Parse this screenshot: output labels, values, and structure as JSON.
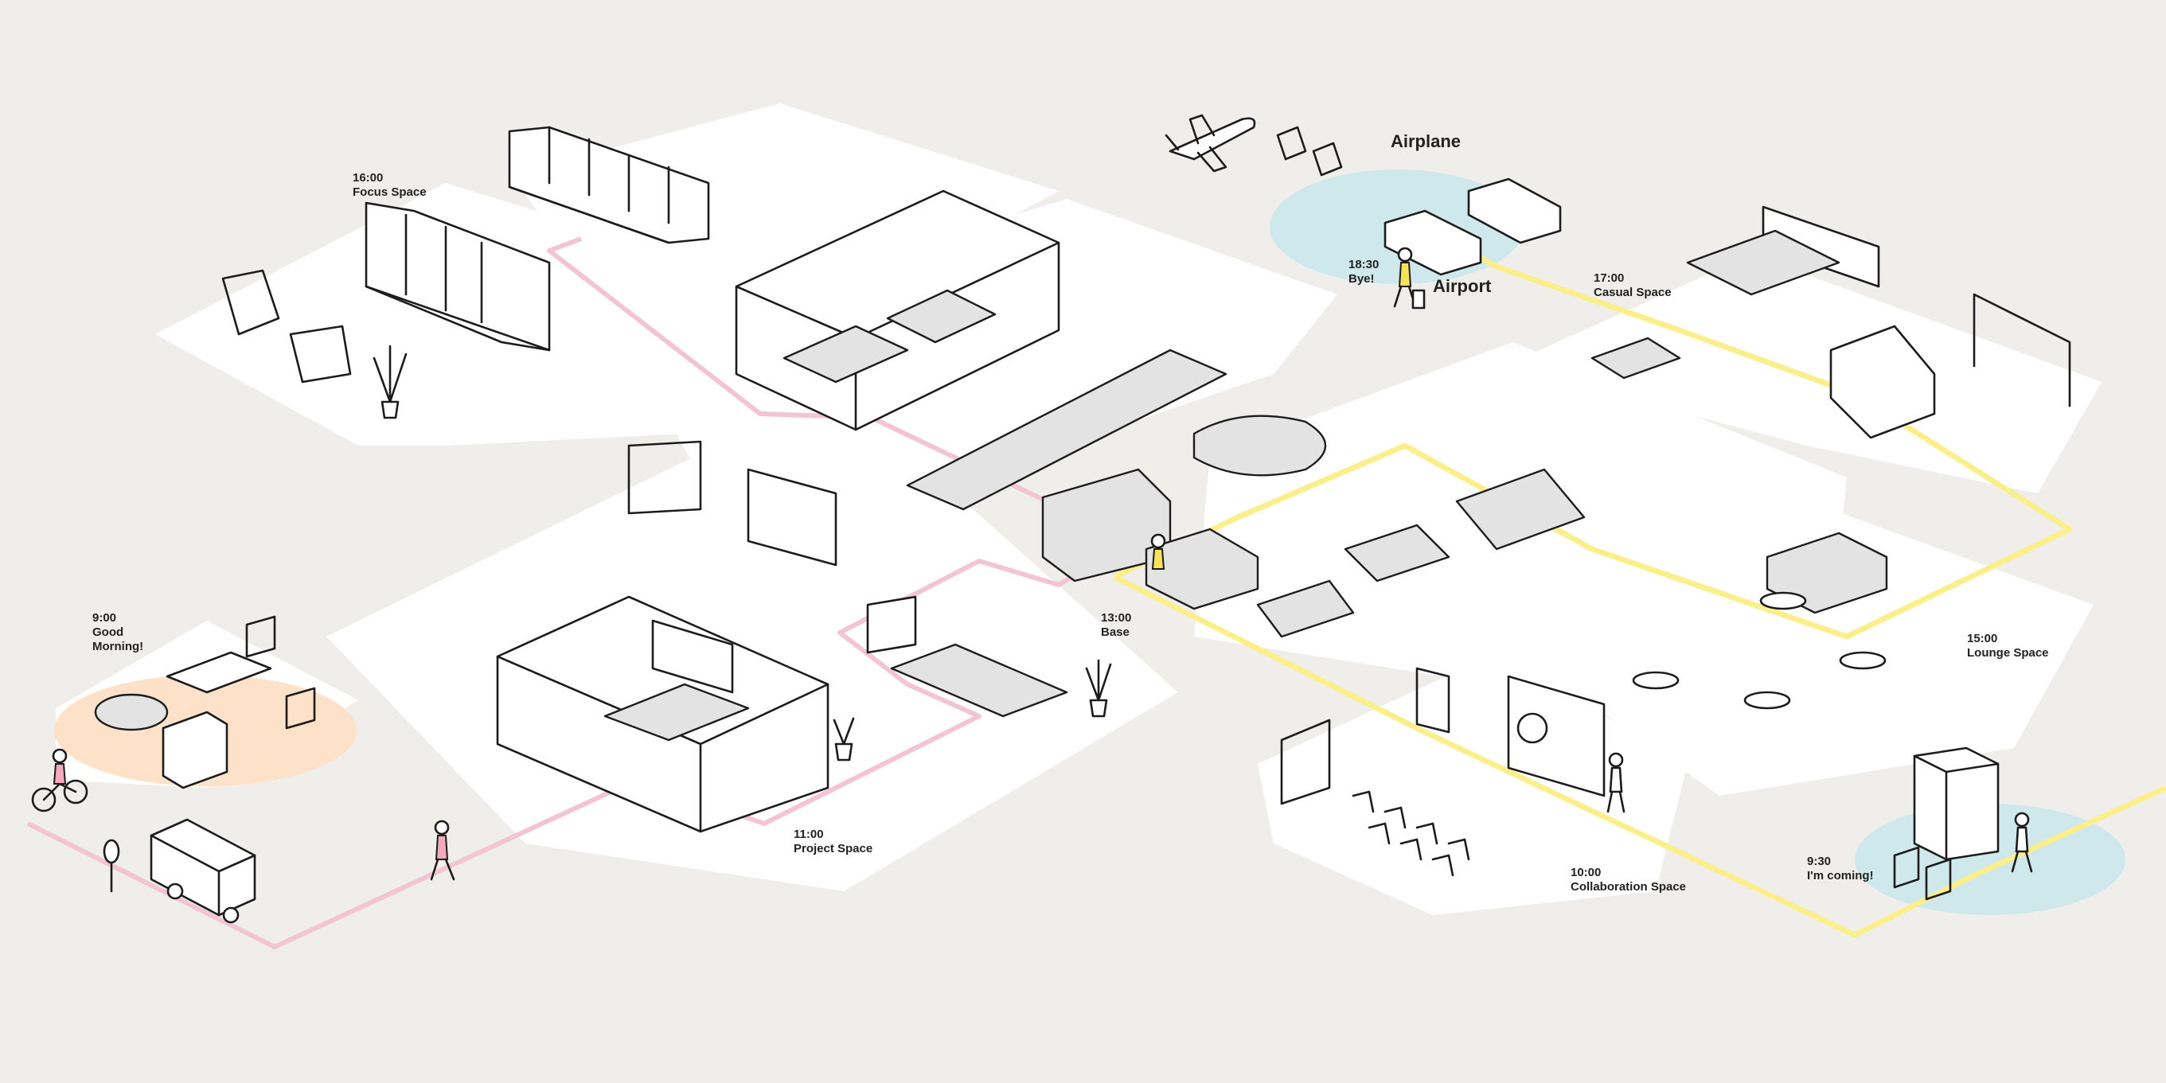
{
  "colors": {
    "background": "#f0eeea",
    "floor": "#ffffff",
    "pink_path": "#f3c4d3",
    "yellow_path": "#fbef8c",
    "orange_zone": "#fde1c8",
    "blue_zone": "#cfe8ec",
    "ink": "#1c1c1c",
    "accent_pink": "#f4a9c0",
    "accent_yellow": "#f7e35a"
  },
  "labels": {
    "focus_space": {
      "time": "16:00",
      "name": "Focus Space"
    },
    "good_morning": {
      "time": "9:00",
      "line1": "Good",
      "line2": "Morning!"
    },
    "project_space": {
      "time": "11:00",
      "name": "Project Space"
    },
    "base": {
      "time": "13:00",
      "name": "Base"
    },
    "airplane": {
      "name": "Airplane"
    },
    "airport": {
      "time": "18:30",
      "bye": "Bye!",
      "name": "Airport"
    },
    "casual_space": {
      "time": "17:00",
      "name": "Casual Space"
    },
    "lounge_space": {
      "time": "15:00",
      "name": "Lounge Space"
    },
    "collaboration_space": {
      "time": "10:00",
      "name": "Collaboration Space"
    },
    "im_coming": {
      "time": "9:30",
      "text": "I'm coming!"
    }
  }
}
